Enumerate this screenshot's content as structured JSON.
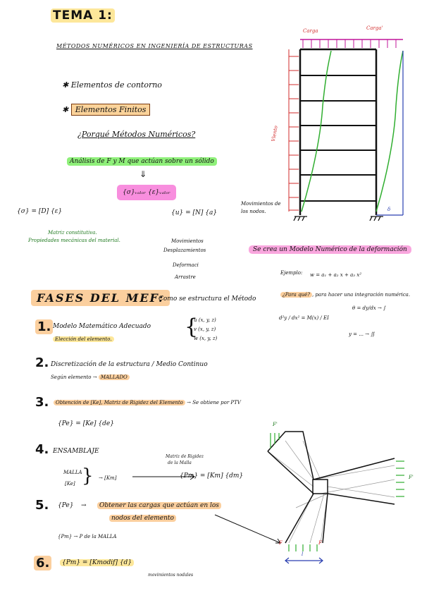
{
  "header": {
    "title": "TEMA 1:",
    "subtitle": "MÉTODOS NUMÉRICOS EN INGENIERÍA DE ESTRUCTURAS"
  },
  "intro": {
    "bullet1": "Elementos de contorno",
    "bullet2": "Elementos Finitos",
    "question": "¿Porqué Métodos Numéricos?",
    "green_band": "Análisis de F y M que actúan sobre un sólido",
    "pink_band": "{σ}ᵥₐₗₒᵣ  {ε}ᵥₐₗₒᵣ",
    "sigma_eq": "{σ} = [D] {ε}",
    "matrix_note_1": "Matriz constitutiva.",
    "matrix_note_2": "Propiedades mecánicas del material.",
    "u_eq": "{u} = [N] {a}",
    "nodes_note_1": "Movimientos de",
    "nodes_note_2": "los nodos.",
    "movimientos": "Movimientos",
    "desplazamientos": "Desplazamientos",
    "deformaci": "Deformaci",
    "arrastre": "Arrastre",
    "pink_statement": "Se crea un Modelo Numérico de la deformación",
    "example_label": "Ejemplo:",
    "example_eq": "w = a₁ + a₂ x + a₃ x²",
    "why_q": "¿Para qué?",
    "why_text": ", para hacer una integración numérica.",
    "diff_eq": "d²y / dx² = M(x) / EI",
    "theta_eq": "θ = dy/dx → ∫",
    "y_eq": "y = ... → ∬"
  },
  "frame": {
    "carga1": "Carga",
    "carga2": "Carga'",
    "viento": "Viento",
    "delta": "δ"
  },
  "phases": {
    "heading": "FASES DEL MEF:",
    "heading_note": "Como se estructura el Método",
    "p1_num": "1.",
    "p1_text": "Modelo Matemático Adecuado",
    "p1_sub": "Elección del elemento.",
    "p1_u": "u (x, y, z)",
    "p1_v": "v (x, y, z)",
    "p1_w": "w (x, y, z)",
    "p2_num": "2.",
    "p2_text": "Discretización de la estructura / Medio Continuo",
    "p2_sub": "Según elemento →",
    "p2_mallado": "MALLADO",
    "p3_num": "3.",
    "p3_text": "Obtención de [Ke], Matriz de Rigidez del Elemento",
    "p3_arrow": "→ Se obtiene por PTV",
    "p3_eq": "{Pe} = [Ke] {de}",
    "p4_num": "4.",
    "p4_text": "ENSAMBLAJE",
    "p4_malla": "MALLA",
    "p4_ke": "[Ke]",
    "p4_km": "[Km]",
    "p4_arrow_1": "Matriz de Rigidez",
    "p4_arrow_2": "de la Malla",
    "p4_eq": "{Pm} = [Km] {dm}",
    "p5_num": "5.",
    "p5_pe": "{Pe}",
    "p5_text_1": "Obtener las cargas que actúan en los",
    "p5_text_2": "nodos del elemento",
    "p5_eq": "{Pm} → P de la MALLA",
    "p6_num": "6.",
    "p6_eq": "{Pm} = [Kmodif] {d}",
    "p6_note": "movimientos nodales"
  },
  "mesh": {
    "label_top": "F'",
    "label_right": "F'",
    "label_f1": "F",
    "label_f2": "F",
    "label_l": "l"
  }
}
